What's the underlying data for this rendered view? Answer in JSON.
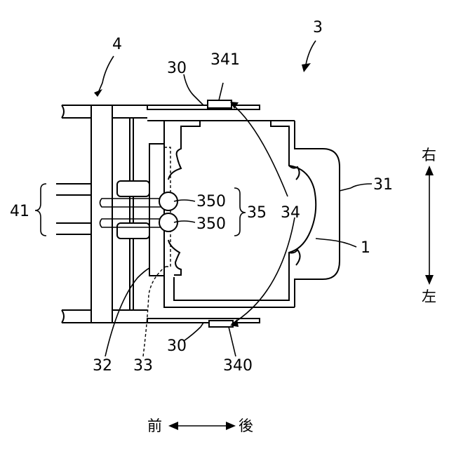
{
  "labels": {
    "l_4": "4",
    "l_3": "3",
    "l_30_top": "30",
    "l_341": "341",
    "l_31": "31",
    "l_41": "41",
    "l_350_a": "350",
    "l_350_b": "350",
    "l_35": "35",
    "l_34": "34",
    "l_1": "1",
    "l_32": "32",
    "l_33": "33",
    "l_30_bottom": "30",
    "l_340": "340",
    "dir_right": "右",
    "dir_left": "左",
    "dir_front": "前",
    "dir_back": "後"
  },
  "colors": {
    "line": "#000000",
    "background": "#ffffff"
  }
}
